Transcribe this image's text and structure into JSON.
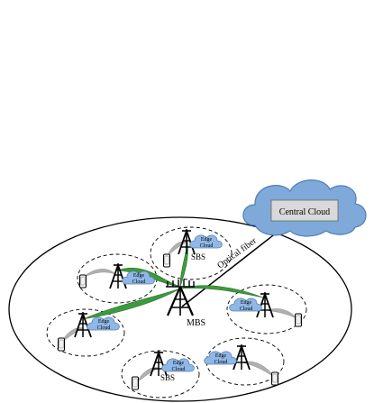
{
  "central_cloud": {
    "label": "Central Cloud"
  },
  "link": {
    "label": "Optical fiber"
  },
  "mbs": {
    "label": "MBS"
  },
  "sbs_label": "SBS",
  "edge_label_line1": "Edge",
  "edge_label_line2": "Cloud",
  "colors": {
    "cloud_fill": "#7fa9d8",
    "cloud_inner": "#d9d9d9",
    "edge_cloud": "#8fb8e6",
    "wireless_link": "#3d9a3d",
    "device_link": "#b0b0b0"
  },
  "icons": [
    "cloud-icon",
    "tower-icon",
    "phone-icon",
    "edge-cloud-icon",
    "antenna-array-icon"
  ]
}
